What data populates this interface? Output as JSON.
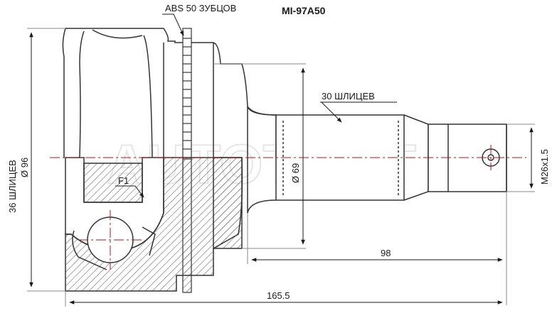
{
  "title": "MI-97A50",
  "watermark": "AUTOTOOT",
  "labels": {
    "abs_teeth": "ABS 50 ЗУБЦОВ",
    "shaft_splines": "30 ШЛИЦЕВ",
    "inner_splines": "36 ШЛИЦЕВ",
    "outer_diameter": "Ø 96",
    "seal_diameter": "Ø 69",
    "thread": "M26x1.5",
    "f1": "F1",
    "shaft_length": "98",
    "overall_length": "165.5"
  },
  "colors": {
    "line": "#333333",
    "dim": "#1a1a1a",
    "center": "#c01010",
    "hatch": "#555555"
  }
}
